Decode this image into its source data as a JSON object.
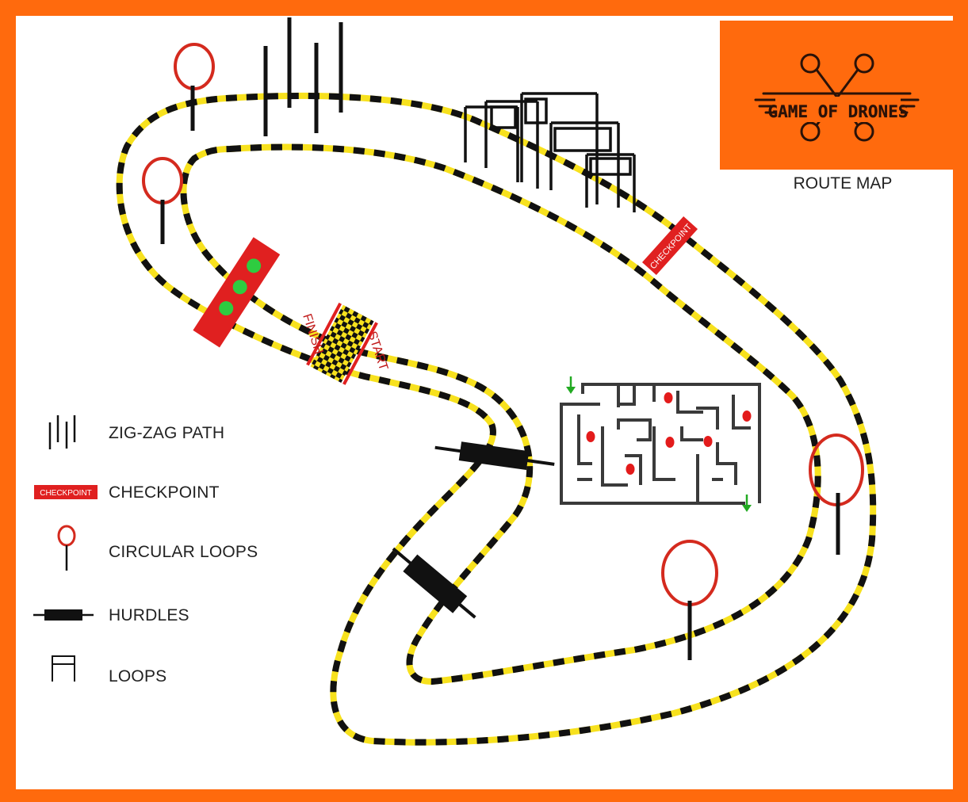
{
  "logo": {
    "text": "GAME OF DRONES"
  },
  "route_map_label": "ROUTE MAP",
  "track": {
    "checkpoint_text": "CHECKPOINT",
    "finish_text": "FINISH",
    "start_text": "START"
  },
  "legend": {
    "zigzag": "ZIG-ZAG PATH",
    "checkpoint_tag": "CHECKPOINT",
    "checkpoint": "CHECKPOINT",
    "circular_loops": "CIRCULAR LOOPS",
    "hurdles": "HURDLES",
    "loops": "LOOPS"
  },
  "colors": {
    "frame_orange": "#ff6a0d",
    "track_yellow": "#f7e11e",
    "track_black": "#111111",
    "checkpoint_red": "#e02020",
    "loop_red": "#d42a1e",
    "signal_green": "#2ecc40",
    "maze_gray": "#3a3a3a",
    "maze_dot_red": "#e31b1b",
    "arrow_green": "#22aa22"
  }
}
